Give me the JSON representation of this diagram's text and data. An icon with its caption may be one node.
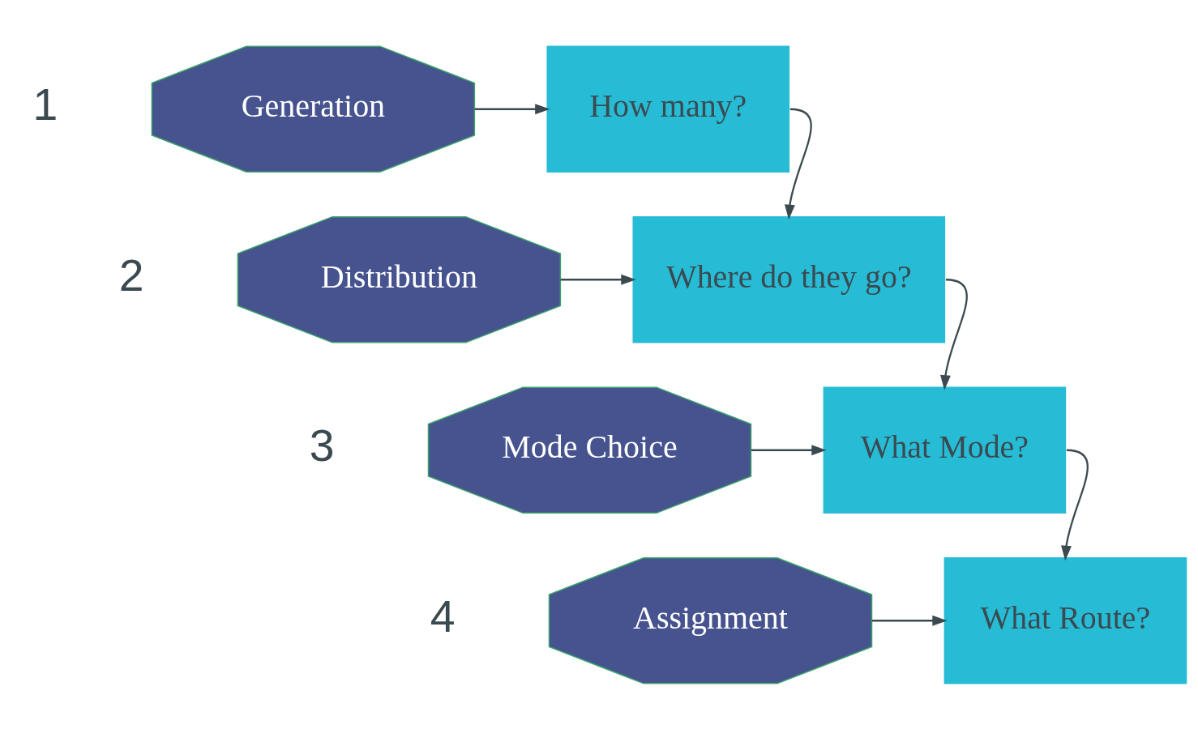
{
  "diagram": {
    "nodes": [
      {
        "text": [
          "Generation"
        ]
      },
      {
        "text": [
          "How many?"
        ]
      },
      {
        "text": [
          "Distribution"
        ]
      },
      {
        "text": [
          "Where do they go?"
        ]
      },
      {
        "text": [
          "Mode Choice"
        ]
      },
      {
        "text": [
          "What Mode?"
        ]
      },
      {
        "text": [
          "Assignment"
        ]
      },
      {
        "text": [
          "What Route?"
        ]
      }
    ],
    "edges": [
      {
        "from": 0,
        "to": 1,
        "arrow": "to"
      },
      {
        "from": 1,
        "to": 3,
        "arrow": "to"
      },
      {
        "from": 2,
        "to": 3,
        "arrow": "to"
      },
      {
        "from": 3,
        "to": 5,
        "arrow": "to"
      },
      {
        "from": 4,
        "to": 5,
        "arrow": "to"
      },
      {
        "from": 5,
        "to": 7,
        "arrow": "to"
      },
      {
        "from": 6,
        "to": 7,
        "arrow": "to"
      }
    ],
    "labels": [
      "1",
      "2",
      "3",
      "4"
    ]
  }
}
